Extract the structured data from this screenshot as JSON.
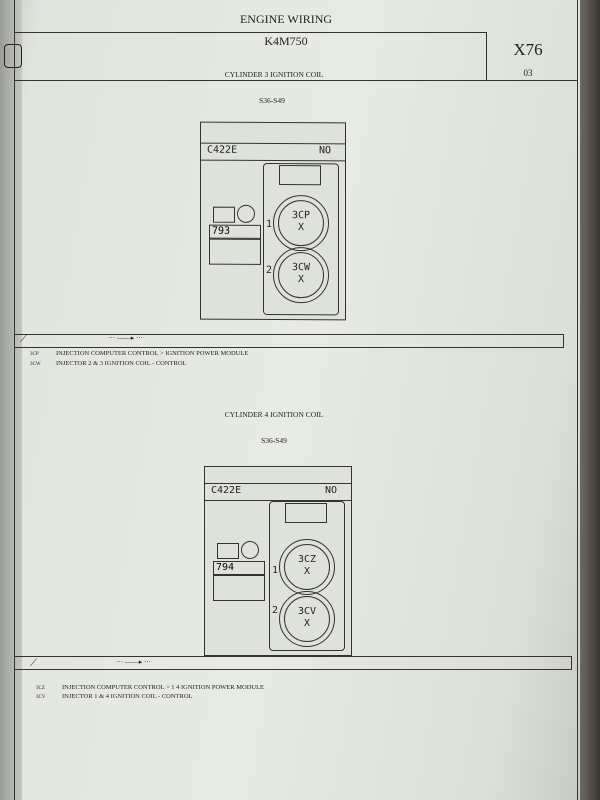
{
  "header": {
    "title": "ENGINE WIRING",
    "model": "K4M750",
    "code": "X76",
    "page": "03"
  },
  "section1": {
    "title": "CYLINDER 3 IGNITION COIL",
    "ref": "S36-S49",
    "connector": {
      "name": "C422E",
      "status": "NO",
      "number": "793",
      "pins": [
        {
          "num": "1",
          "code": "3CP",
          "value": "X"
        },
        {
          "num": "2",
          "code": "3CW",
          "value": "X"
        }
      ]
    },
    "arrow": "··· ——▸ ···",
    "rows": [
      {
        "code": "3CP",
        "text": "INJECTION COMPUTER CONTROL > IGNITION POWER MODULE"
      },
      {
        "code": "3CW",
        "text": "INJECTOR 2 & 3 IGNITION COIL - CONTROL"
      }
    ]
  },
  "section2": {
    "title": "CYLINDER 4 IGNITION COIL",
    "ref": "S36-S49",
    "connector": {
      "name": "C422E",
      "status": "NO",
      "number": "794",
      "pins": [
        {
          "num": "1",
          "code": "3CZ",
          "value": "X"
        },
        {
          "num": "2",
          "code": "3CV",
          "value": "X"
        }
      ]
    },
    "arrow": "··· ——▸ ···",
    "rows": [
      {
        "code": "3CZ",
        "text": "INJECTION COMPUTER CONTROL > 1 4 IGNITION POWER MODULE"
      },
      {
        "code": "3CV",
        "text": "INJECTOR 1 & 4 IGNITION COIL - CONTROL"
      }
    ]
  }
}
